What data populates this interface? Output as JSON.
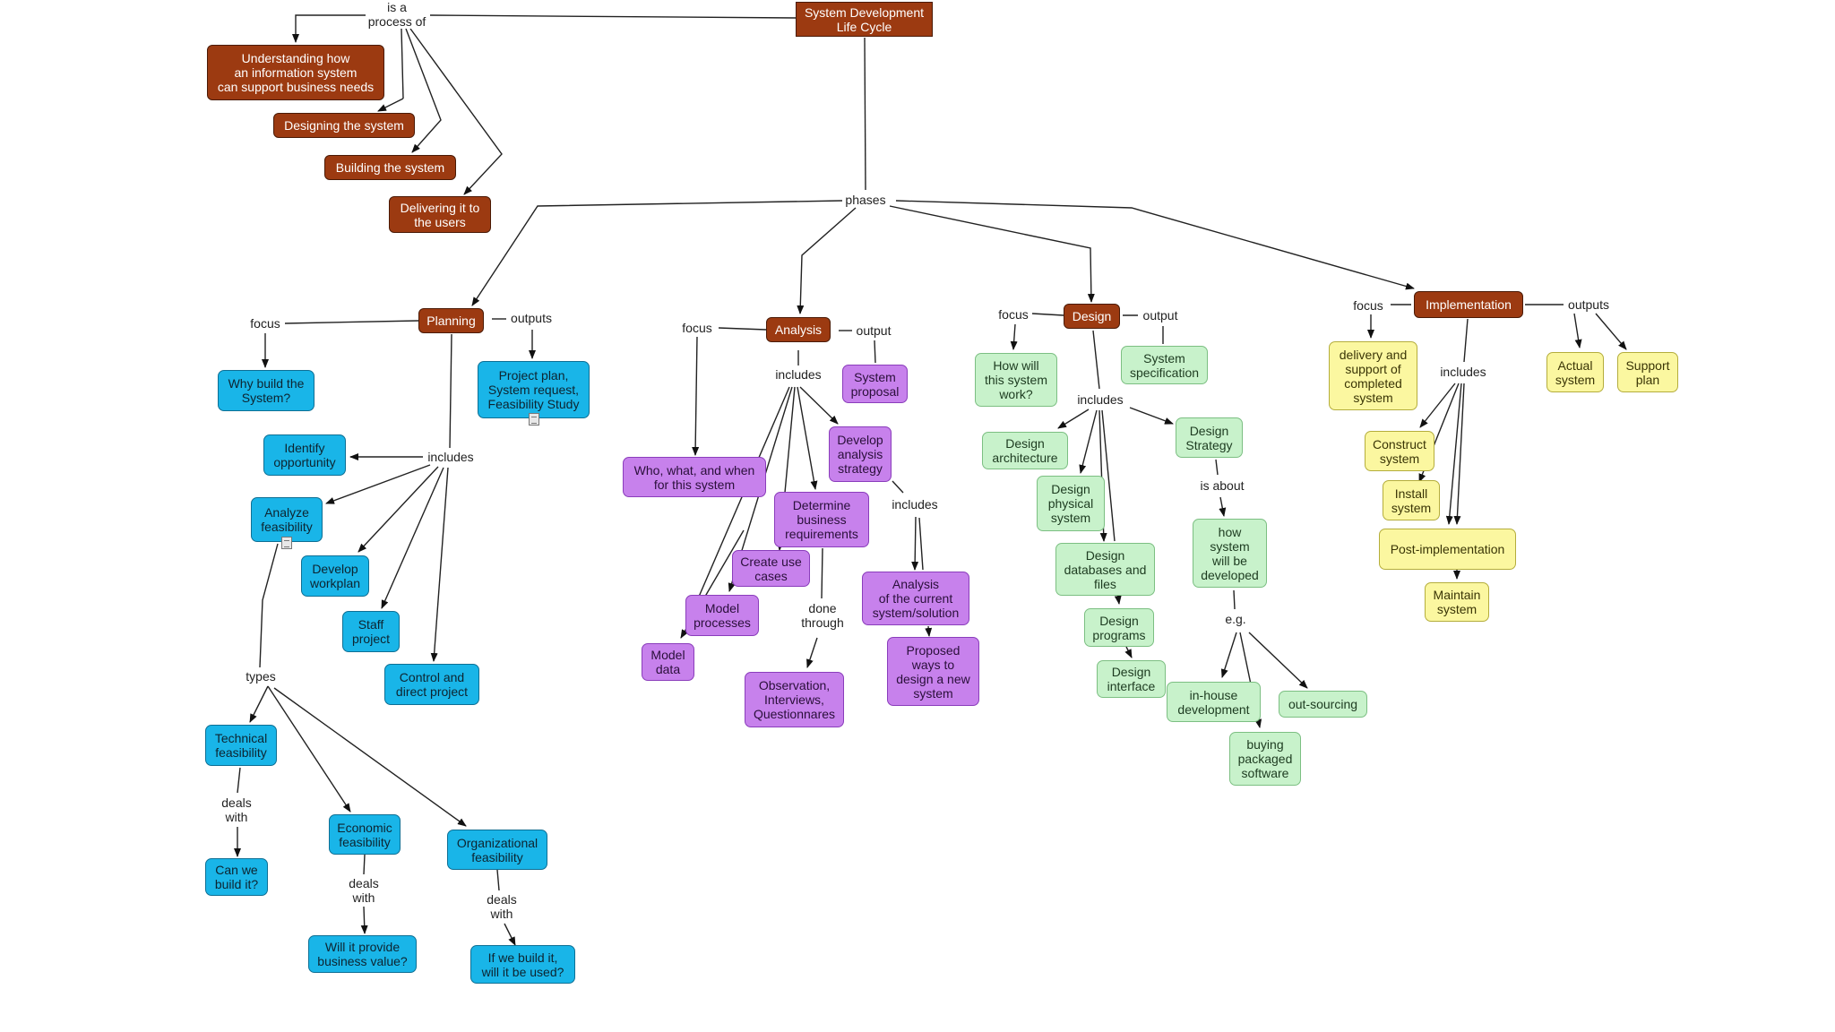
{
  "title": "System Development\nLife Cycle",
  "root_links": {
    "is_a_process_of": "is a\nprocess of",
    "phases": "phases"
  },
  "process": [
    "Understanding how\nan information system\ncan support business needs",
    "Designing the system",
    "Building the system",
    "Delivering it to\nthe users"
  ],
  "planning": {
    "label": "Planning",
    "focus_link": "focus",
    "outputs_link": "outputs",
    "includes_link": "includes",
    "types_link": "types",
    "focus": "Why build the\nSystem?",
    "outputs": "Project plan,\nSystem request,\nFeasibility Study",
    "includes": [
      "Identify\nopportunity",
      "Analyze\nfeasibility",
      "Develop\nworkplan",
      "Staff\nproject",
      "Control and\ndirect project"
    ],
    "types": [
      "Technical\nfeasibility",
      "Economic\nfeasibility",
      "Organizational\nfeasibility"
    ],
    "deals_with_link": "deals\nwith",
    "questions": [
      "Can we\nbuild it?",
      "Will it provide\nbusiness value?",
      "If we build it,\nwill it be used?"
    ]
  },
  "analysis": {
    "label": "Analysis",
    "focus_link": "focus",
    "output_link": "output",
    "includes_link": "includes",
    "focus": "Who, what, and when\nfor this system",
    "output": "System\nproposal",
    "includes": [
      "Develop\nanalysis\nstrategy",
      "Determine\nbusiness\nrequirements",
      "Create use\ncases",
      "Model\nprocesses",
      "Model\ndata"
    ],
    "strategy_includes_link": "includes",
    "strategy_items": [
      "Analysis\nof the current\nsystem/solution",
      "Proposed\nways to\ndesign a new\nsystem"
    ],
    "done_through_link": "done\nthrough",
    "done_through": "Observation,\nInterviews,\nQuestionnares"
  },
  "design": {
    "label": "Design",
    "focus_link": "focus",
    "output_link": "output",
    "includes_link": "includes",
    "focus": "How will\nthis system\nwork?",
    "output": "System\nspecification",
    "includes": [
      "Design\narchitecture",
      "Design\nphysical\nsystem",
      "Design\ndatabases and\nfiles",
      "Design\nprograms",
      "Design\ninterface",
      "Design\nStrategy"
    ],
    "is_about_link": "is about",
    "is_about": "how\nsystem\nwill be\ndeveloped",
    "eg_link": "e.g.",
    "examples": [
      "in-house\ndevelopment",
      "buying\npackaged\nsoftware",
      "out-sourcing"
    ]
  },
  "implementation": {
    "label": "Implementation",
    "focus_link": "focus",
    "outputs_link": "outputs",
    "includes_link": "includes",
    "focus": "delivery and\nsupport of\ncompleted\nsystem",
    "outputs": [
      "Actual\nsystem",
      "Support\nplan"
    ],
    "includes": [
      "Construct\nsystem",
      "Install\nsystem",
      "Post-implementation"
    ],
    "after": "Maintain\nsystem"
  },
  "colors": {
    "phase": "#9c3a11",
    "planning": "#19b5e8",
    "analysis": "#c781ec",
    "design": "#c8f2cb",
    "implementation": "#fbf7a0"
  }
}
